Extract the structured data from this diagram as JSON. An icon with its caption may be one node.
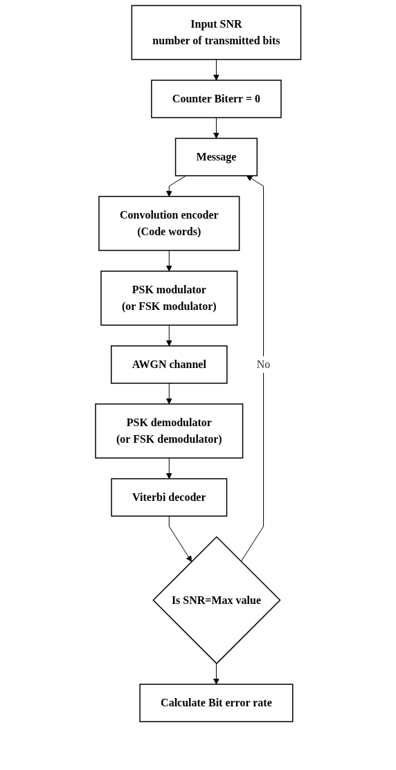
{
  "diagram": {
    "nodes": [
      {
        "text": [
          "Input SNR",
          "number of transmitted bits"
        ]
      },
      {
        "text": [
          "Counter Biterr = 0"
        ]
      },
      {
        "text": [
          "Message"
        ]
      },
      {
        "text": [
          "Convolution encoder",
          "(Code words)"
        ]
      },
      {
        "text": [
          "PSK modulator",
          "(or FSK modulator)"
        ]
      },
      {
        "text": [
          "AWGN channel"
        ]
      },
      {
        "text": [
          "PSK demodulator",
          "(or FSK demodulator)"
        ]
      },
      {
        "text": [
          "Viterbi decoder"
        ]
      },
      {
        "text": [
          "Is SNR=Max value"
        ]
      },
      {
        "text": [
          "Calculate Bit error rate"
        ]
      }
    ],
    "edges": [
      {
        "from": 0,
        "to": 1,
        "arrow": "to"
      },
      {
        "from": 1,
        "to": 2,
        "arrow": "to"
      },
      {
        "from": 2,
        "to": 3,
        "arrow": "to"
      },
      {
        "from": 3,
        "to": 4,
        "arrow": "to"
      },
      {
        "from": 4,
        "to": 5,
        "arrow": "to"
      },
      {
        "from": 5,
        "to": 6,
        "arrow": "to"
      },
      {
        "from": 6,
        "to": 7,
        "arrow": "to"
      },
      {
        "from": 7,
        "to": 8,
        "arrow": "to"
      },
      {
        "from": 8,
        "to": 2,
        "arrow": "to",
        "label": "No"
      },
      {
        "from": 8,
        "to": 9,
        "arrow": "to"
      }
    ]
  }
}
